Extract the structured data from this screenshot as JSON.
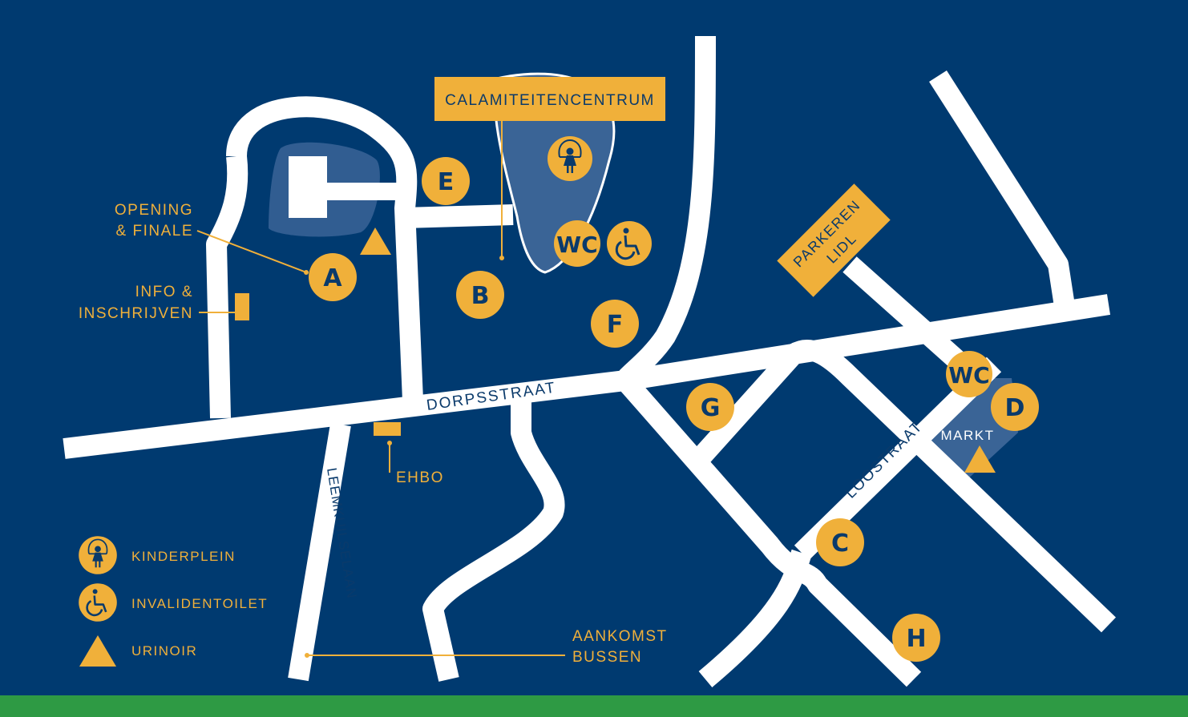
{
  "colors": {
    "background": "#003a70",
    "road": "#ffffff",
    "accent": "#f0b03a",
    "area": "#3a6496",
    "frame": "#2e9a44"
  },
  "labels": {
    "calamiteitencentrum": "CALAMITEITENCENTRUM",
    "opening_line1": "OPENING",
    "opening_line2": "& FINALE",
    "info_line1": "INFO &",
    "info_line2": "INSCHRIJVEN",
    "ehbo": "EHBO",
    "aankomst_line1": "AANKOMST",
    "aankomst_line2": "BUSSEN",
    "markt": "MARKT",
    "parkeren_line1": "PARKEREN",
    "parkeren_line2": "LIDL"
  },
  "streets": {
    "dorpsstraat": "DORPSSTRAAT",
    "leemkuilselaan": "LEEMKUILSELAAN",
    "loostraat": "LOOSTRAAT"
  },
  "markers": {
    "a": "A",
    "b": "B",
    "c": "C",
    "d": "D",
    "e": "E",
    "f": "F",
    "g": "G",
    "h": "H"
  },
  "wc": {
    "park": "WC",
    "markt": "WC"
  },
  "legend": [
    {
      "icon": "child-skipping-rope-icon",
      "label": "KINDERPLEIN"
    },
    {
      "icon": "wheelchair-icon",
      "label": "INVALIDENTOILET"
    },
    {
      "icon": "triangle-icon",
      "label": "URINOIR"
    }
  ]
}
